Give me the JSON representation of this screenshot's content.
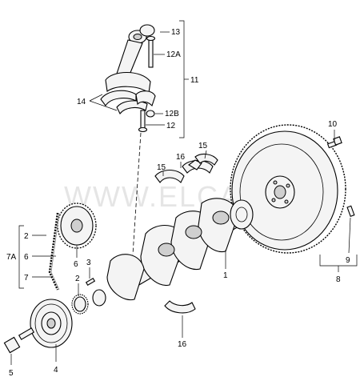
{
  "watermark": "WWW.ELCATS.RU",
  "callouts": {
    "c1": "1",
    "c2a": "2",
    "c2b": "2",
    "c3": "3",
    "c4": "4",
    "c5": "5",
    "c6a": "6",
    "c6b": "6",
    "c7": "7",
    "c7a": "7A",
    "c8": "8",
    "c9": "9",
    "c10": "10",
    "c11": "11",
    "c12": "12",
    "c12a": "12A",
    "c12b": "12B",
    "c13": "13",
    "c14": "14",
    "c15a": "15",
    "c15b": "15",
    "c16a": "16",
    "c16b": "16"
  }
}
